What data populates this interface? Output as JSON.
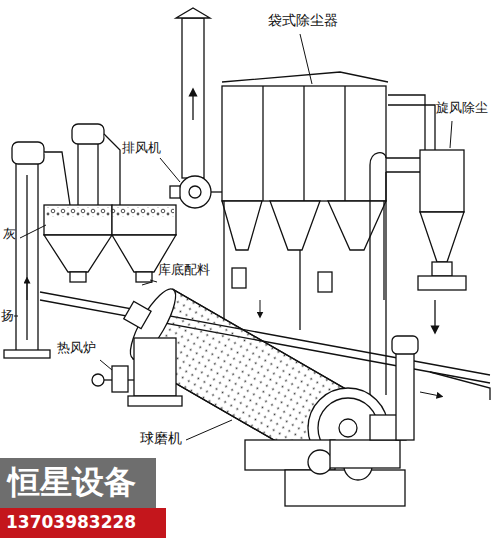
{
  "diagram": {
    "labels": [
      "袋式除尘器",
      "旋风除尘",
      "排风机",
      "灰",
      "库底配料",
      "扬",
      "热风炉",
      "球磨机",
      "恒星设备",
      "13703983228"
    ]
  }
}
